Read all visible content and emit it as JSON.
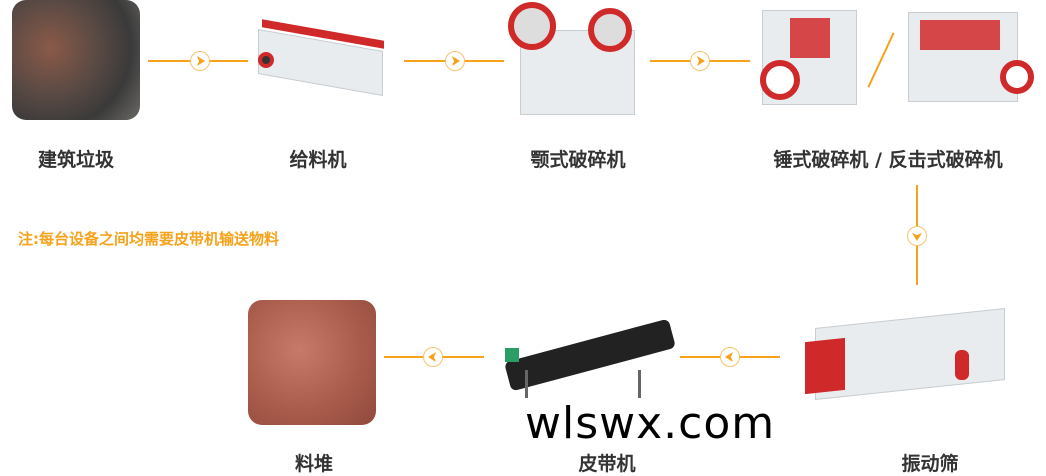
{
  "steps": {
    "waste": "建筑垃圾",
    "feeder": "给料机",
    "jaw": "颚式破碎机",
    "hammer": "锤式破碎机 / 反击式破碎机",
    "screen": "振动筛",
    "belt": "皮带机",
    "pile": "料堆"
  },
  "note": "注:每台设备之间均需要皮带机输送物料",
  "watermark": "wlswx.com",
  "colors": {
    "accent": "#f7a21b",
    "machine_red": "#d0292a"
  }
}
